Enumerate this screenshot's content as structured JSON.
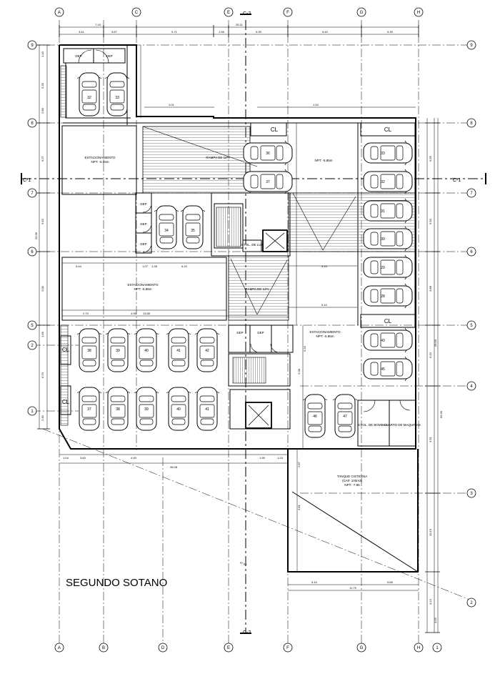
{
  "title": "SEGUNDO SOTANO",
  "axes": {
    "columns": [
      "A",
      "B",
      "C",
      "D",
      "E",
      "F",
      "G",
      "H"
    ],
    "rows": [
      "9",
      "8",
      "7",
      "6",
      "5",
      "4",
      "3",
      "2",
      "1"
    ],
    "rows_right": [
      "9",
      "8",
      "7",
      "6",
      "5",
      "4",
      "3",
      "2"
    ],
    "rows_left": [
      "9",
      "8",
      "7",
      "6",
      "5",
      "2",
      "1"
    ]
  },
  "sections": {
    "vertical": "C-2",
    "horizontal": "C-1"
  },
  "rooms": {
    "dep_a": "DEP",
    "dep_b": "DEP",
    "dep_c": "DEP",
    "dep_d": "DEP",
    "dep_e": "DEP",
    "dep_f": "DEP",
    "dep_g": "DEP",
    "estac_1": "ESTACIONAMIENTO",
    "estac_1_npt": "NPT: -5.85m",
    "estac_2": "ESTACIONAMIENTO",
    "estac_2_npt": "NPT: -5.85m",
    "estac_3": "ESTACIONAMIENTO",
    "estac_3_npt": "NPT: -5.85m",
    "rampa_1": "RAMPA DE 12%",
    "rampa_2": "RAMPA DE 12%",
    "npt_ramp": "NPT: -5.85m",
    "cl_1": "CL",
    "cl_2": "CL",
    "cl_3": "CL",
    "cl_4": "CL",
    "cl_5": "CL",
    "ctrl_luz": "CTOL. DE LUZ",
    "ctrl_bombas": "CTOL. DE BOMBAS",
    "cuarto_maquinas": "CUARTO DE MAQUINAS",
    "tanque_1": "TANQUE CISTERNA",
    "tanque_2": "(CAP. 100m3)",
    "tanque_npt": "NPT: -7.85"
  },
  "cars": {
    "top": [
      "32",
      "33"
    ],
    "mid": [
      "34",
      "35"
    ],
    "ramp": [
      "36",
      "37"
    ],
    "right": [
      "33",
      "32",
      "31",
      "30",
      "29",
      "28",
      "43",
      "45"
    ],
    "lower_top": [
      "38",
      "39",
      "40",
      "41",
      "42"
    ],
    "lower_bottom": [
      "37",
      "38",
      "39",
      "40",
      "41"
    ],
    "bottom_right": [
      "46",
      "47"
    ]
  },
  "dims_top_total": "25.21",
  "dims_top": [
    "7.15",
    "3.41",
    "3.67",
    "5.71",
    "1.55",
    "5.30",
    "5.40",
    "5.30"
  ],
  "dims_bottom": [
    "1.04",
    "3.60",
    "4.90",
    "26.08",
    "1.90",
    "1.23"
  ],
  "dims_lower": [
    "5.10",
    "11.79",
    "5.65"
  ],
  "dims_mid": [
    "13.85",
    "5.44",
    "6.20",
    "5.10",
    "5.10",
    "2.70",
    "4.90",
    "1.07",
    "1.28",
    "2.01",
    "1.54"
  ],
  "dims_left": [
    "1.43",
    "5.35",
    "2.86",
    "6.27",
    "5.63",
    "2.00",
    "1.66",
    "6.70",
    "2.45",
    "20.36"
  ],
  "dims_right": [
    "6.55",
    "5.50",
    "3.88",
    "6.10",
    "3.51",
    "10.19",
    "4.24",
    "26.63",
    "4.92",
    "2.08",
    "2.87",
    "3.81",
    "5.20",
    "60.30"
  ],
  "diag_total": "47.02"
}
